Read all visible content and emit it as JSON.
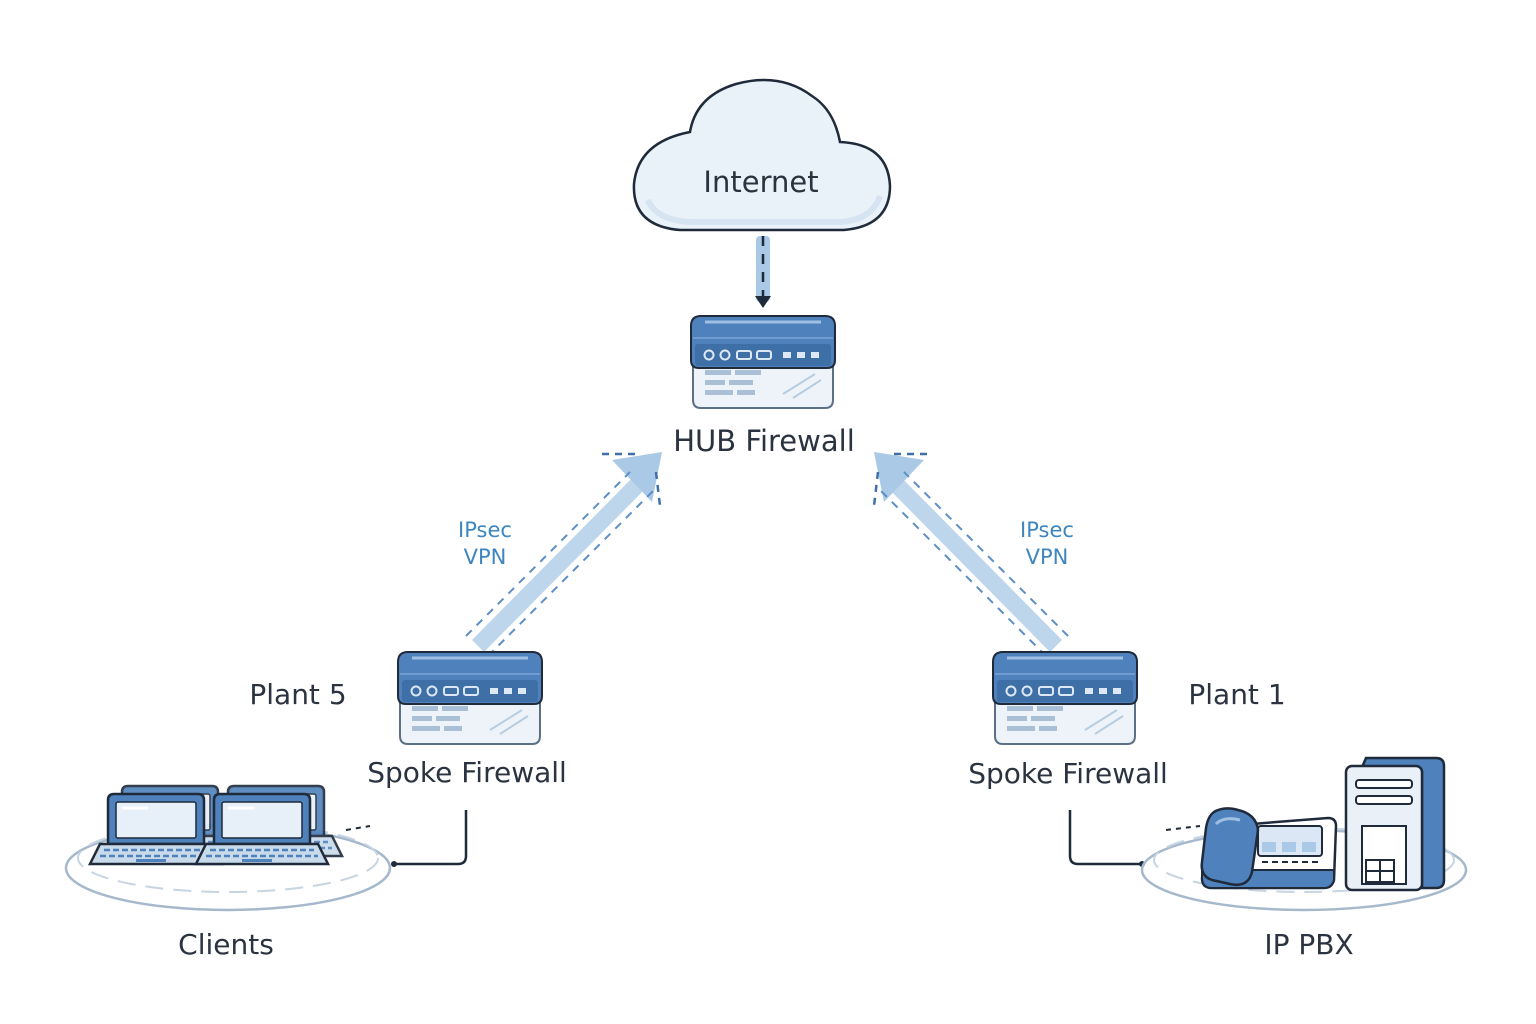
{
  "nodes": {
    "internet": {
      "label": "Internet"
    },
    "hub": {
      "label": "HUB Firewall"
    },
    "spoke_left": {
      "site": "Plant 5",
      "label": "Spoke Firewall"
    },
    "spoke_right": {
      "site": "Plant 1",
      "label": "Spoke Firewall"
    },
    "clients": {
      "label": "Clients"
    },
    "ip_pbx": {
      "label": "IP PBX"
    }
  },
  "links": {
    "vpn_left": {
      "line1": "IPsec",
      "line2": "VPN"
    },
    "vpn_right": {
      "line1": "IPsec",
      "line2": "VPN"
    }
  },
  "colors": {
    "ink": "#1f2a3a",
    "device_blue": "#4f82bd",
    "device_light": "#eef3f9",
    "tunnel": "#a9c9e6",
    "vpn_text": "#3e86bf"
  },
  "icons": {
    "internet": "cloud-icon",
    "firewall": "firewall-icon",
    "clients": "laptop-icon",
    "phone": "ip-phone-icon",
    "server": "pbx-server-icon"
  }
}
